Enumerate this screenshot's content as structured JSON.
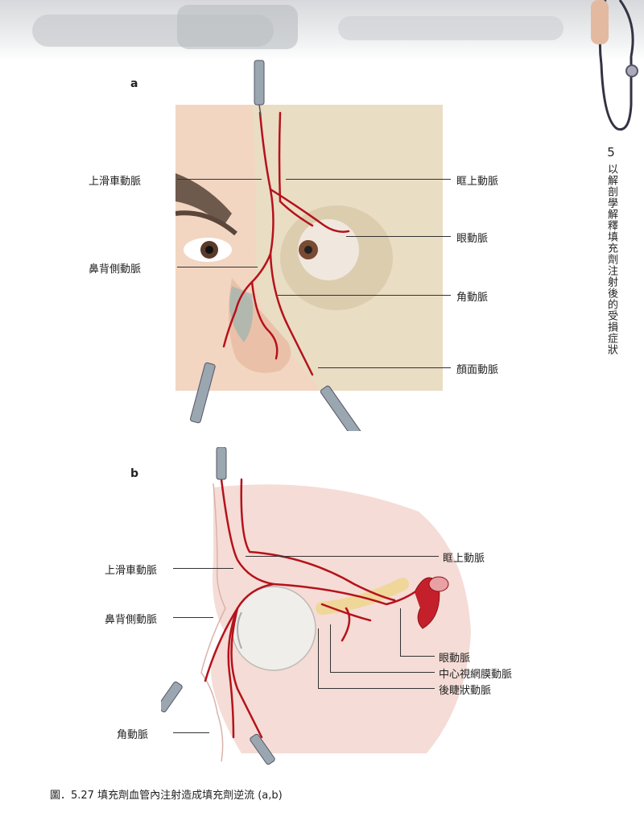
{
  "chapter": {
    "number": "5",
    "title": "以解剖學解釋填充劑注射後的受損症狀"
  },
  "panel_a": {
    "letter": "a",
    "labels": {
      "supratrochlear": "上滑車動脈",
      "supraorbital": "眶上動脈",
      "ophthalmic": "眼動脈",
      "dorsal_nasal": "鼻背側動脈",
      "angular": "角動脈",
      "facial": "顏面動脈"
    }
  },
  "panel_b": {
    "letter": "b",
    "labels": {
      "supratrochlear": "上滑車動脈",
      "supraorbital": "眶上動脈",
      "dorsal_nasal": "鼻背側動脈",
      "ophthalmic": "眼動脈",
      "central_retinal": "中心視網膜動脈",
      "posterior_ciliary": "後睫狀動脈",
      "angular": "角動脈"
    }
  },
  "caption": "圖．5.27  填充劑血管內注射造成填充劑逆流 (a,b)",
  "colors": {
    "artery": "#b5121b",
    "skin": "#f0cbb3",
    "bone": "#e8dcc2",
    "pink_bg": "#f5dcd6",
    "leader": "#333333"
  }
}
